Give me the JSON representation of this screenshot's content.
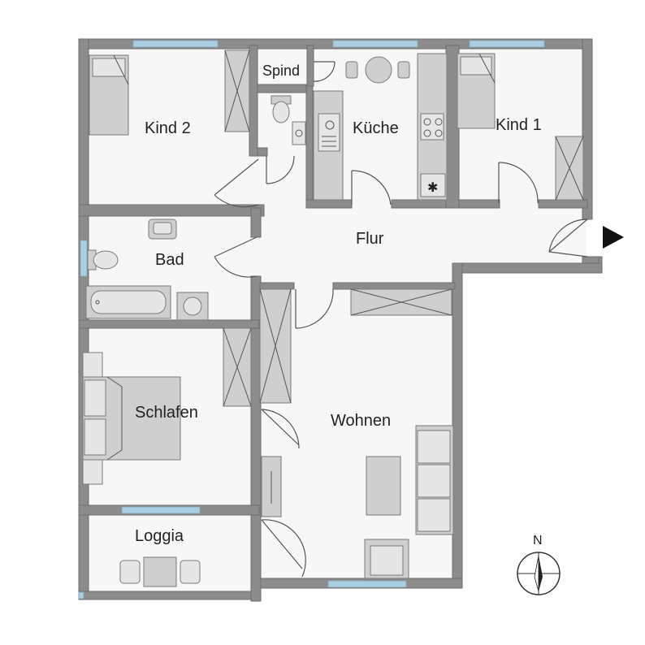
{
  "rooms": {
    "kind2": "Kind 2",
    "spind": "Spind",
    "kueche": "Küche",
    "kind1": "Kind 1",
    "bad": "Bad",
    "flur": "Flur",
    "schlafen": "Schlafen",
    "wohnen": "Wohnen",
    "loggia": "Loggia"
  },
  "compass": {
    "north_label": "N"
  },
  "entrance": {
    "icon": "entrance-arrow-icon"
  },
  "colors": {
    "wall": "#8c8c8c",
    "window": "#a9cfe0",
    "furniture": "#cfcfcf"
  }
}
